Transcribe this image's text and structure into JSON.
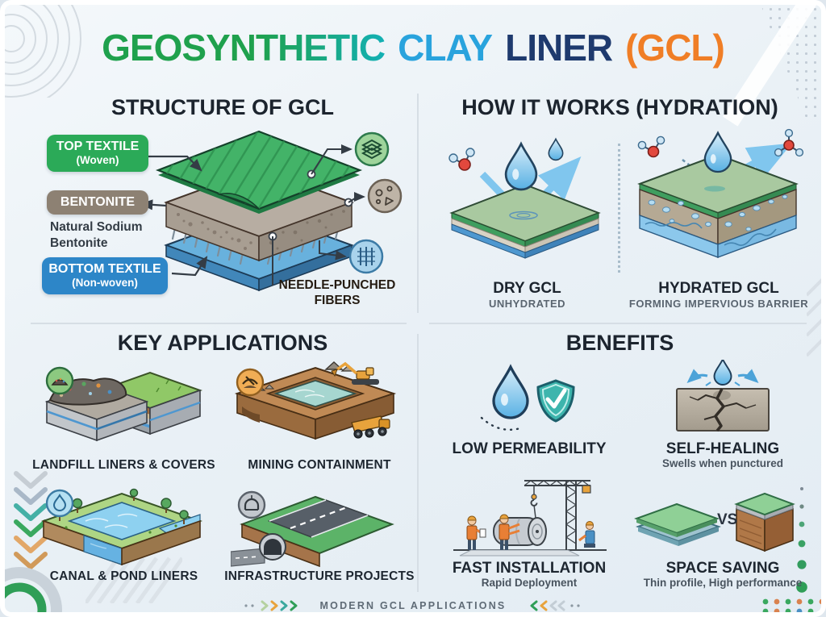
{
  "title": {
    "part1": "GEOSYNTHETIC",
    "part2": "CLAY",
    "part3": "LINER",
    "part4": "(GCL)"
  },
  "sections": {
    "structure": {
      "heading": "STRUCTURE OF GCL",
      "top_textile_label": "TOP TEXTILE",
      "top_textile_sub": "(Woven)",
      "bentonite_label": "BENTONITE",
      "bentonite_note1": "Natural Sodium",
      "bentonite_note2": "Bentonite",
      "bottom_textile_label": "BOTTOM TEXTILE",
      "bottom_textile_sub": "(Non-woven)",
      "fibers_label1": "NEEDLE-PUNCHED",
      "fibers_label2": "FIBERS"
    },
    "hydration": {
      "heading": "HOW IT WORKS (HYDRATION)",
      "dry_title": "DRY GCL",
      "dry_sub": "UNHYDRATED",
      "hydrated_title": "HYDRATED GCL",
      "hydrated_sub": "FORMING IMPERVIOUS BARRIER"
    },
    "applications": {
      "heading": "KEY APPLICATIONS",
      "items": [
        {
          "label": "LANDFILL LINERS & COVERS"
        },
        {
          "label": "MINING CONTAINMENT"
        },
        {
          "label": "CANAL & POND LINERS"
        },
        {
          "label": "INFRASTRUCTURE PROJECTS"
        }
      ]
    },
    "benefits": {
      "heading": "BENEFITS",
      "vs_label": "VS",
      "items": [
        {
          "title": "LOW PERMEABILITY",
          "subtitle": ""
        },
        {
          "title": "SELF-HEALING",
          "subtitle": "Swells when punctured"
        },
        {
          "title": "FAST INSTALLATION",
          "subtitle": "Rapid Deployment"
        },
        {
          "title": "SPACE SAVING",
          "subtitle": "Thin profile, High performance"
        }
      ]
    }
  },
  "footer": {
    "label": "MODERN GCL APPLICATIONS"
  },
  "colors": {
    "title_green": "#1fa14d",
    "title_teal": "#13b0b4",
    "title_blue": "#29a3dd",
    "title_navy": "#1e3a6e",
    "title_orange": "#f07e26",
    "badge_green": "#2baa58",
    "badge_taupe": "#8d8173",
    "badge_blue": "#2d86c8",
    "accent_green": "#2f9e57",
    "accent_orange": "#e8a33c",
    "water_blue": "#7cc4ec"
  }
}
